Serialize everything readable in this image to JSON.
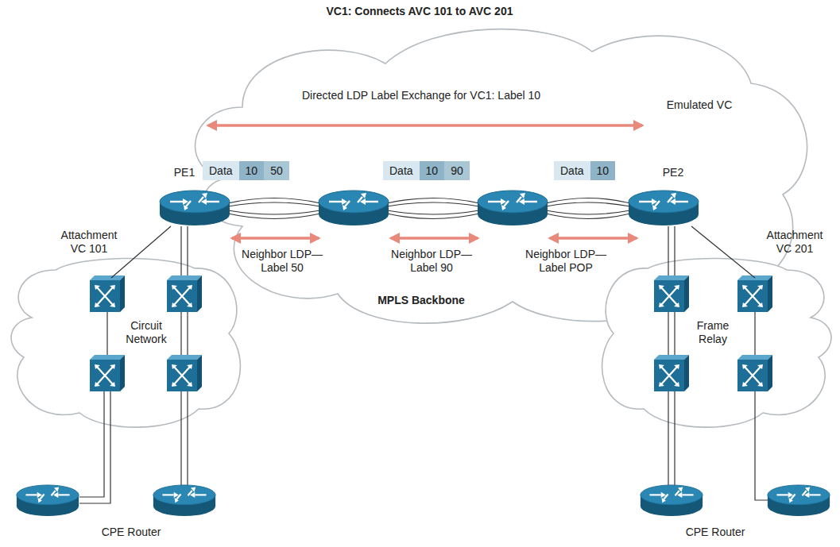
{
  "diagram": {
    "title": "VC1: Connects AVC 101 to AVC 201",
    "nodes": [
      {
        "text": [
          "MPLS Backbone"
        ]
      },
      {
        "text": [
          "PE1"
        ],
        "in": 0
      },
      {
        "text": [
          "Data",
          "10",
          "50"
        ],
        "in": 0
      },
      {
        "text": [
          "Data",
          "10",
          "90"
        ],
        "in": 0
      },
      {
        "text": [
          "Data",
          "10"
        ],
        "in": 0
      },
      {
        "text": [
          "PE2"
        ],
        "in": 0
      },
      {
        "text": [
          "Circuit Network"
        ]
      },
      {
        "text": [
          "Frame Relay"
        ]
      }
    ],
    "edges": [
      {
        "from": 1,
        "to": 6,
        "label": "Attachment VC 101",
        "arrow": "none"
      },
      {
        "from": 5,
        "to": 7,
        "label": "Attachment VC 201",
        "arrow": "none"
      }
    ],
    "labels": [
      "Directed LDP Label Exchange for VC1: Label 10",
      "Emulated VC",
      "Neighbor LDP— Label 50",
      "Neighbor LDP— Label 90",
      "Neighbor LDP— Label POP",
      "CPE Router",
      "CPE Router"
    ]
  }
}
